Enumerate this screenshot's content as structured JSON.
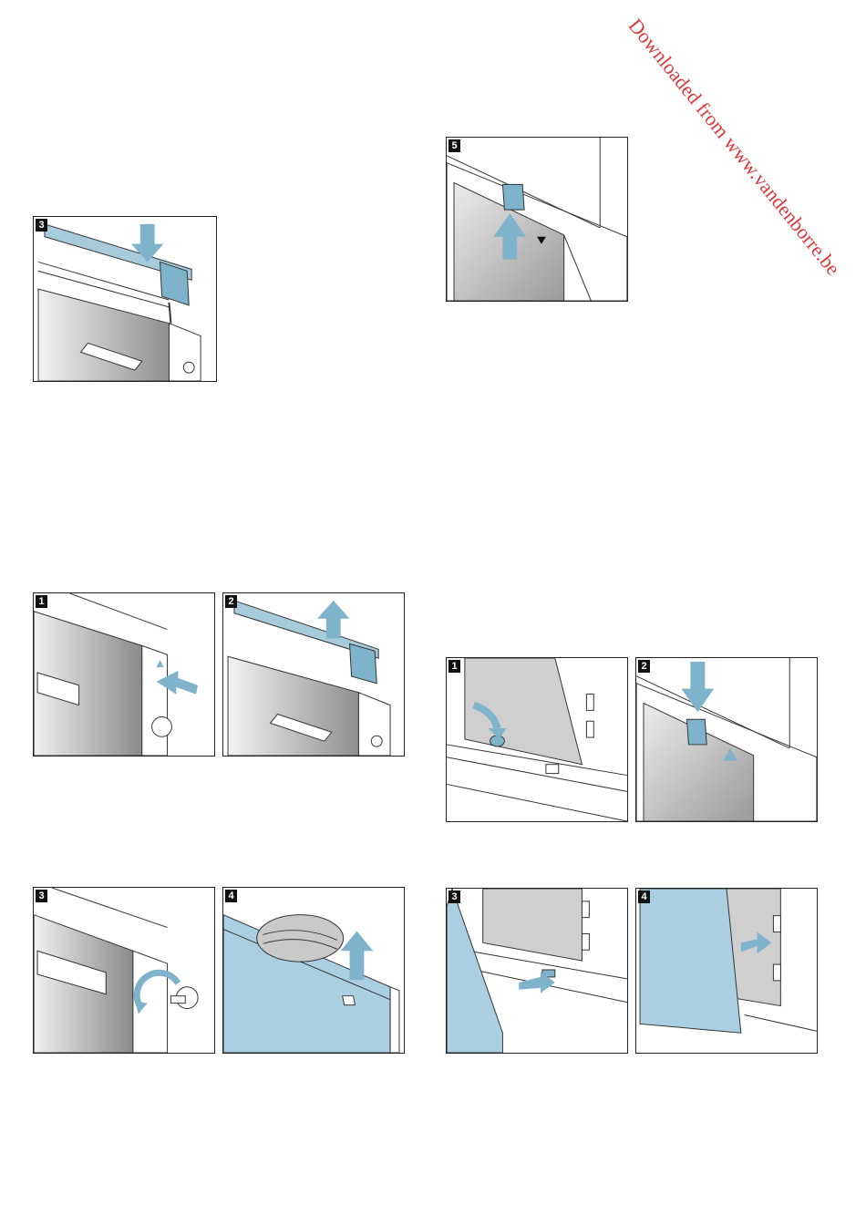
{
  "watermark": {
    "text": "Downloaded from www.vandenborre.be",
    "color": "#d8393a"
  },
  "colors": {
    "accent_blue": "#7fb3cc",
    "glass_blue": "#a9cfe0",
    "frame": "#222222"
  },
  "figures": [
    {
      "id": "left-top-step",
      "step": "3"
    },
    {
      "id": "right-top-step",
      "step": "5"
    },
    {
      "id": "left-mid-step-1",
      "step": "1"
    },
    {
      "id": "left-mid-step-2",
      "step": "2"
    },
    {
      "id": "left-bottom-step-3",
      "step": "3"
    },
    {
      "id": "left-bottom-step-4",
      "step": "4"
    },
    {
      "id": "right-mid-step-1",
      "step": "1"
    },
    {
      "id": "right-mid-step-2",
      "step": "2"
    },
    {
      "id": "right-bottom-step-3",
      "step": "3"
    },
    {
      "id": "right-bottom-step-4",
      "step": "4"
    }
  ]
}
